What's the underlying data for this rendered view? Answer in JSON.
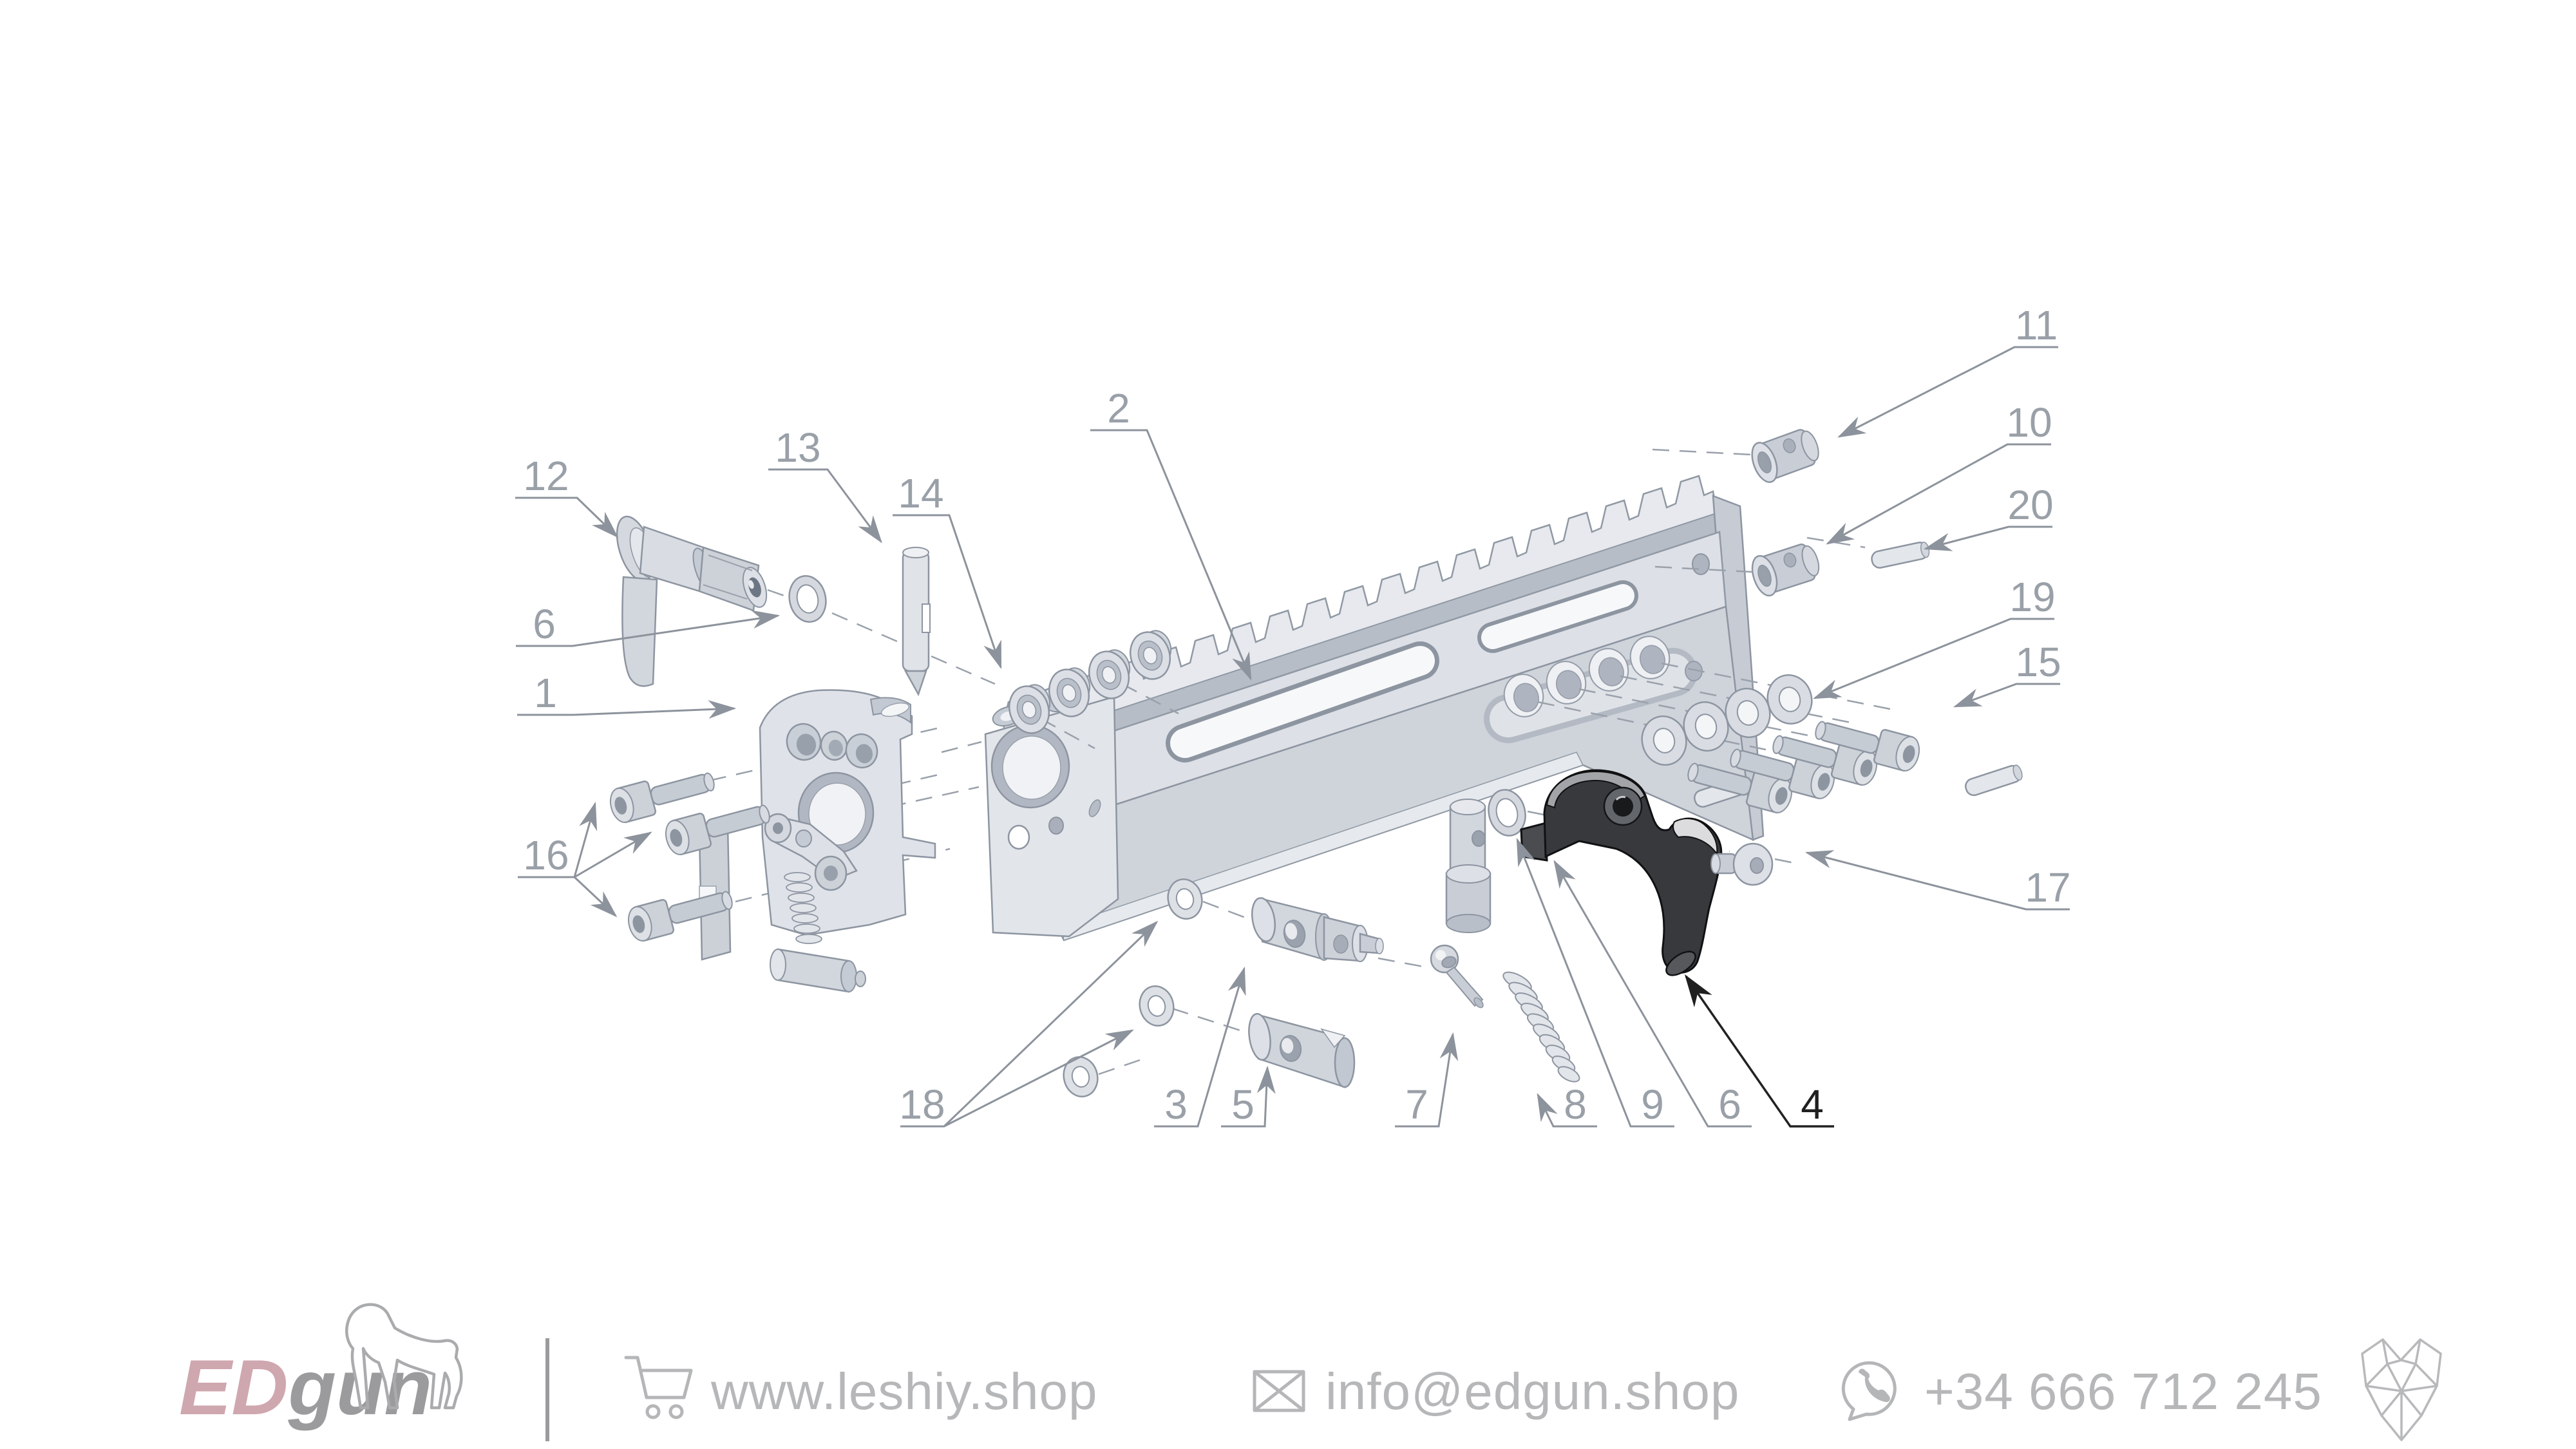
{
  "page": {
    "background": "#ffffff",
    "type": "exploded-parts-diagram"
  },
  "diagram": {
    "number_color": "#9aa0a8",
    "highlighted_number_color": "#1f1f1f",
    "highlighted_part": "trigger",
    "callouts": [
      {
        "n": "12"
      },
      {
        "n": "13"
      },
      {
        "n": "14"
      },
      {
        "n": "2"
      },
      {
        "n": "6"
      },
      {
        "n": "1"
      },
      {
        "n": "16"
      },
      {
        "n": "18"
      },
      {
        "n": "3"
      },
      {
        "n": "5"
      },
      {
        "n": "7"
      },
      {
        "n": "8"
      },
      {
        "n": "9"
      },
      {
        "n": "6"
      },
      {
        "n": "4"
      },
      {
        "n": "11"
      },
      {
        "n": "10"
      },
      {
        "n": "20"
      },
      {
        "n": "19"
      },
      {
        "n": "15"
      },
      {
        "n": "17"
      }
    ]
  },
  "footer": {
    "brand": {
      "part1": "ED",
      "part2": "gun",
      "part1_color": "#cfa7af",
      "part2_color": "#9b9b9d"
    },
    "website": "www.leshiy.shop",
    "email": "info@edgun.shop",
    "phone": "+34 666 712 245",
    "icons": [
      "cart-icon",
      "envelope-icon",
      "whatsapp-icon",
      "fox-logo-icon",
      "dog-logo-icon"
    ]
  }
}
